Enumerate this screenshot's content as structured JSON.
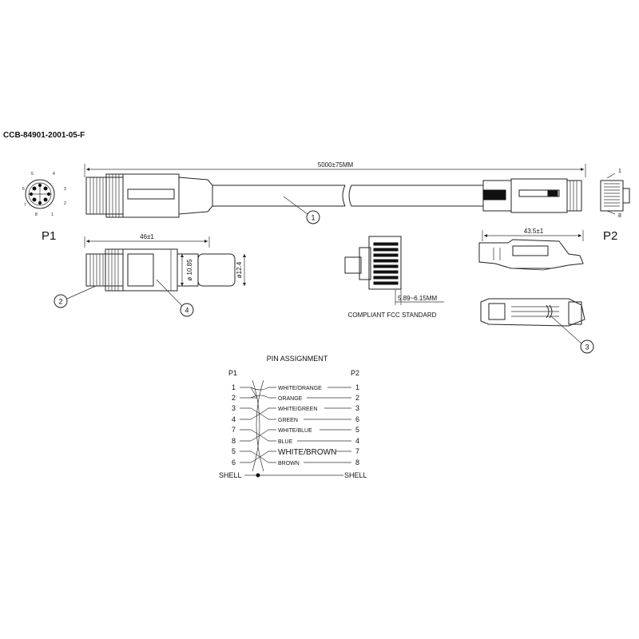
{
  "part_number": "CCB-84901-2001-05-F",
  "connectors": {
    "p1_label": "P1",
    "p2_label": "P2"
  },
  "dimensions": {
    "overall_length": "5000±75MM",
    "p1_length": "46±1",
    "p1_dia_small": "ø 10.85",
    "p1_dia_large": "ø12.4",
    "p2_length": "43.5±1",
    "contact_span": "5.89~6.15MM"
  },
  "notes": {
    "fcc": "COMPLIANT FCC STANDARD"
  },
  "callouts": [
    "1",
    "2",
    "3",
    "4"
  ],
  "m12_pins": [
    "1",
    "2",
    "3",
    "4",
    "5",
    "6",
    "7",
    "8"
  ],
  "rj45_pin_marks": [
    "1",
    "8"
  ],
  "pin_assignment": {
    "title": "PIN ASSIGNMENT",
    "left_header": "P1",
    "right_header": "P2",
    "rows": [
      {
        "p1": "1",
        "color": "WHITE/ORANGE",
        "p2": "1"
      },
      {
        "p1": "2",
        "color": "ORANGE",
        "p2": "2"
      },
      {
        "p1": "3",
        "color": "WHITE/GREEN",
        "p2": "3"
      },
      {
        "p1": "4",
        "color": "GREEN",
        "p2": "6"
      },
      {
        "p1": "7",
        "color": "WHITE/BLUE",
        "p2": "5"
      },
      {
        "p1": "8",
        "color": "BLUE",
        "p2": "4"
      },
      {
        "p1": "5",
        "color": "WHITE/BROWN",
        "p2": "7"
      },
      {
        "p1": "6",
        "color": "BROWN",
        "p2": "8"
      }
    ],
    "shell_left": "SHELL",
    "shell_right": "SHELL"
  }
}
